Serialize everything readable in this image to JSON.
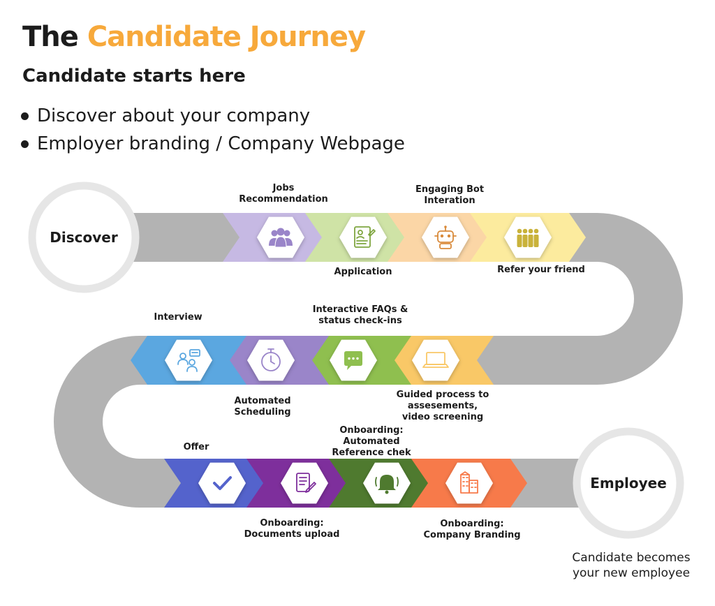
{
  "header": {
    "title_prefix": "The",
    "title_accent": "Candidate Journey",
    "subtitle": "Candidate starts here",
    "bullets": [
      "Discover about your company",
      "Employer branding / Company Webpage"
    ]
  },
  "start_label": "Discover",
  "end_label": "Employee",
  "footer": {
    "line1": "Candidate becomes",
    "line2": "your new employee"
  },
  "colors": {
    "title_accent": "#F7A93B",
    "road": "#B3B3B3",
    "circle_ring": "#E6E6E6"
  },
  "steps": [
    {
      "id": "jobs",
      "label_lines": [
        "Jobs",
        "Recommendation"
      ],
      "icon": "people-group-icon",
      "color": "#C6B9E3"
    },
    {
      "id": "application",
      "label_lines": [
        "Application"
      ],
      "icon": "resume-document-icon",
      "color": "#CFE3A6"
    },
    {
      "id": "bot",
      "label_lines": [
        "Engaging Bot",
        "Interation"
      ],
      "icon": "robot-icon",
      "color": "#FBD6A6"
    },
    {
      "id": "refer",
      "label_lines": [
        "Refer your friend"
      ],
      "icon": "team-icon",
      "color": "#FCEB9E"
    },
    {
      "id": "guided",
      "label_lines": [
        "Guided process to",
        "assesements,",
        "video screening"
      ],
      "icon": "laptop-icon",
      "color": "#F9C867"
    },
    {
      "id": "faq",
      "label_lines": [
        "Interactive FAQs &",
        "status check-ins"
      ],
      "icon": "chat-bubble-icon",
      "color": "#8FBF4F"
    },
    {
      "id": "scheduling",
      "label_lines": [
        "Automated",
        "Scheduling"
      ],
      "icon": "stopwatch-icon",
      "color": "#9A85C9"
    },
    {
      "id": "interview",
      "label_lines": [
        "Interview"
      ],
      "icon": "interview-icon",
      "color": "#5BA7E0"
    },
    {
      "id": "offer",
      "label_lines": [
        "Offer"
      ],
      "icon": "checkmark-icon",
      "color": "#5463CC"
    },
    {
      "id": "documents",
      "label_lines": [
        "Onboarding:",
        "Documents upload"
      ],
      "icon": "document-edit-icon",
      "color": "#7E2F9C"
    },
    {
      "id": "reference",
      "label_lines": [
        "Onboarding:",
        "Automated",
        "Reference chek"
      ],
      "icon": "bell-icon",
      "color": "#4F7A2F"
    },
    {
      "id": "branding",
      "label_lines": [
        "Onboarding:",
        "Company Branding"
      ],
      "icon": "office-building-icon",
      "color": "#F77A4A"
    }
  ]
}
